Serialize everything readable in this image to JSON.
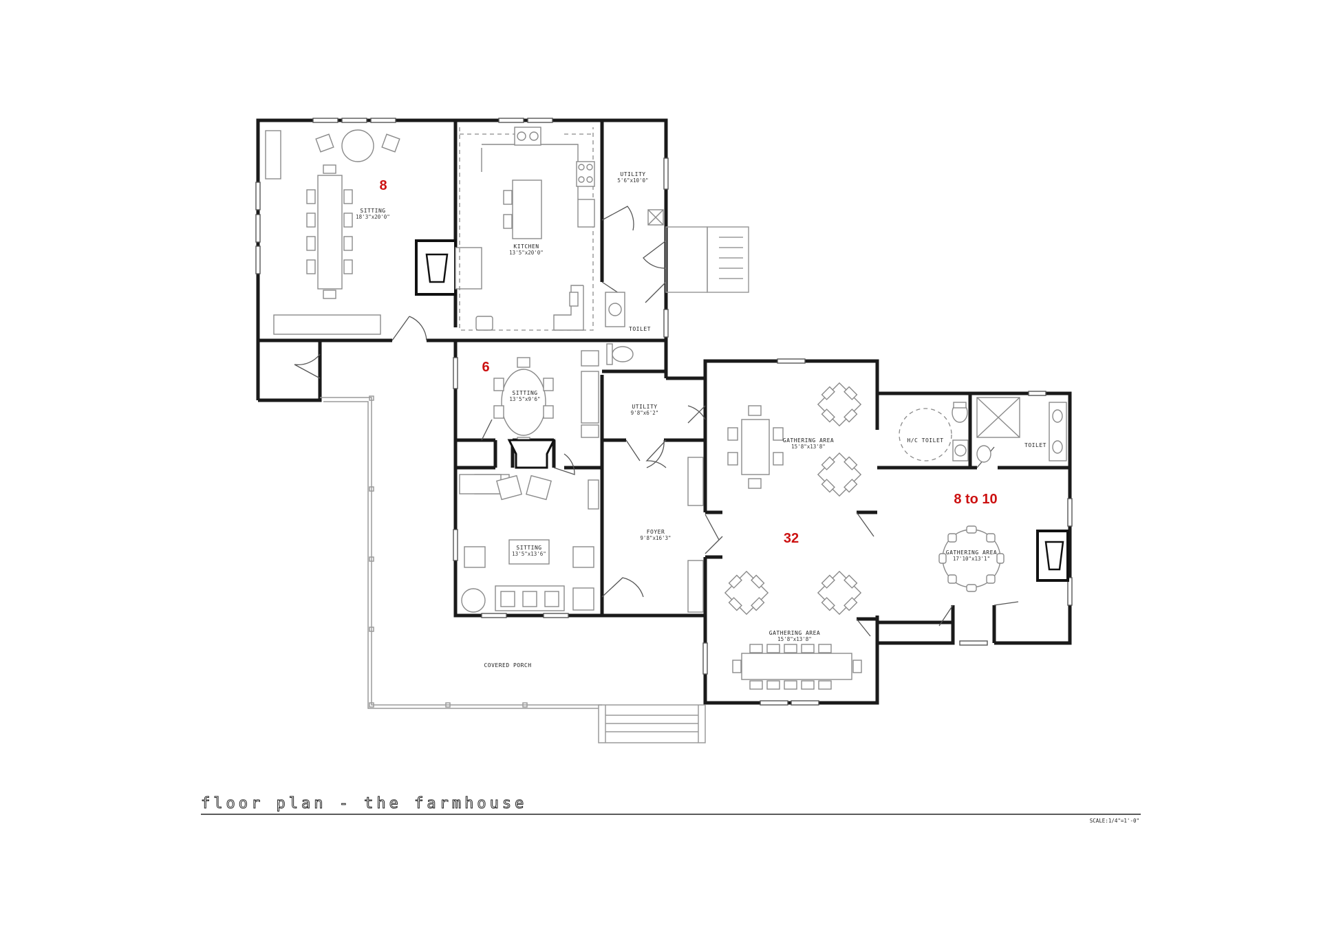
{
  "title": "floor plan - the farmhouse",
  "scale": "SCALE:1/4\"=1'-0\"",
  "rooms": {
    "sitting_main": {
      "name": "SITTING",
      "dim": "18'3\"x20'0\""
    },
    "kitchen": {
      "name": "KITCHEN",
      "dim": "13'5\"x20'0\""
    },
    "utility_top": {
      "name": "UTILITY",
      "dim": "5'6\"x10'0\""
    },
    "toilet_top": {
      "name": "TOILET"
    },
    "sitting_small": {
      "name": "SITTING",
      "dim": "13'5\"x9'6\""
    },
    "utility_mid": {
      "name": "UTILITY",
      "dim": "9'8\"x6'2\""
    },
    "gathering_upper": {
      "name": "GATHERING AREA",
      "dim": "15'8\"x13'8\""
    },
    "hc_toilet": {
      "name": "H/C TOILET"
    },
    "toilet_right": {
      "name": "TOILET"
    },
    "foyer": {
      "name": "FOYER",
      "dim": "9'8\"x16'3\""
    },
    "sitting_lower": {
      "name": "SITTING",
      "dim": "13'5\"x13'6\""
    },
    "gathering_right": {
      "name": "GATHERING AREA",
      "dim": "17'10\"x13'1\""
    },
    "gathering_lower": {
      "name": "GATHERING AREA",
      "dim": "15'8\"x13'8\""
    },
    "covered_porch": {
      "name": "COVERED PORCH"
    }
  },
  "capacities": {
    "sitting_main": "8",
    "sitting_small": "6",
    "gathering_main": "32",
    "gathering_right": "8 to 10"
  },
  "colors": {
    "wall": "#1a1a1a",
    "capacity": "#cc1111"
  }
}
